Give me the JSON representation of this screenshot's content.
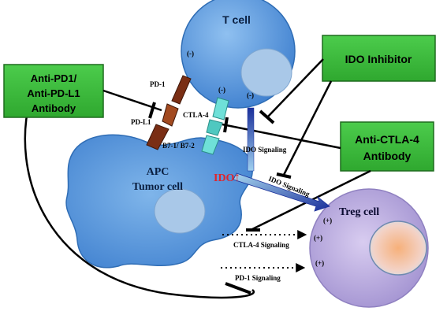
{
  "cells": {
    "t_cell": "T cell",
    "apc_line1": "APC",
    "apc_line2": "Tumor cell",
    "treg_cell": "Treg cell"
  },
  "boxes": {
    "anti_pd1_line1": "Anti-PD1/",
    "anti_pd1_line2": "Anti-PD-L1",
    "anti_pd1_line3": "Antibody",
    "ido_inhibitor": "IDO Inhibitor",
    "anti_ctla4_line1": "Anti-CTLA-4",
    "anti_ctla4_line2": "Antibody"
  },
  "molecules": {
    "pd1": "PD-1",
    "pdl1": "PD-L1",
    "ctla4": "CTLA-4",
    "b7": "B7-1/ B7-2",
    "ido": "IDO"
  },
  "signals": {
    "ido_signaling_1": "IDO Signaling",
    "ido_signaling_2": "IDO Signaling",
    "ctla4_signaling": "CTLA-4 Signaling",
    "pd1_signaling": "PD-1 Signaling"
  },
  "marks": {
    "minus": "(-)",
    "plus": "(+)",
    "up_arrow": "↑"
  },
  "colors": {
    "cell_blue": "#5b9bd5",
    "box_green": "#3cb43c",
    "treg_lavender": "#b7a8d8",
    "ido_red": "#e0242a",
    "pd_brown": "#7a2e14",
    "ctla_cyan": "#5fd8d0",
    "ido_arrow_blue": "#1a2f9a"
  }
}
